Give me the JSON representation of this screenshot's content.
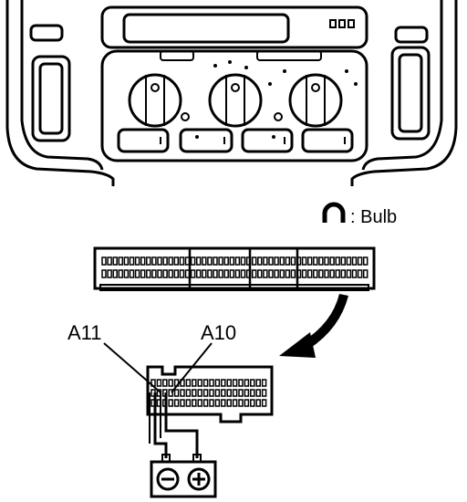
{
  "legend": {
    "icon": "bulb-icon",
    "text": ": Bulb"
  },
  "terminals": {
    "a11": "A11",
    "a10": "A10"
  },
  "battery": {
    "negative_symbol": "minus-in-circle",
    "positive_symbol": "plus-in-circle"
  }
}
